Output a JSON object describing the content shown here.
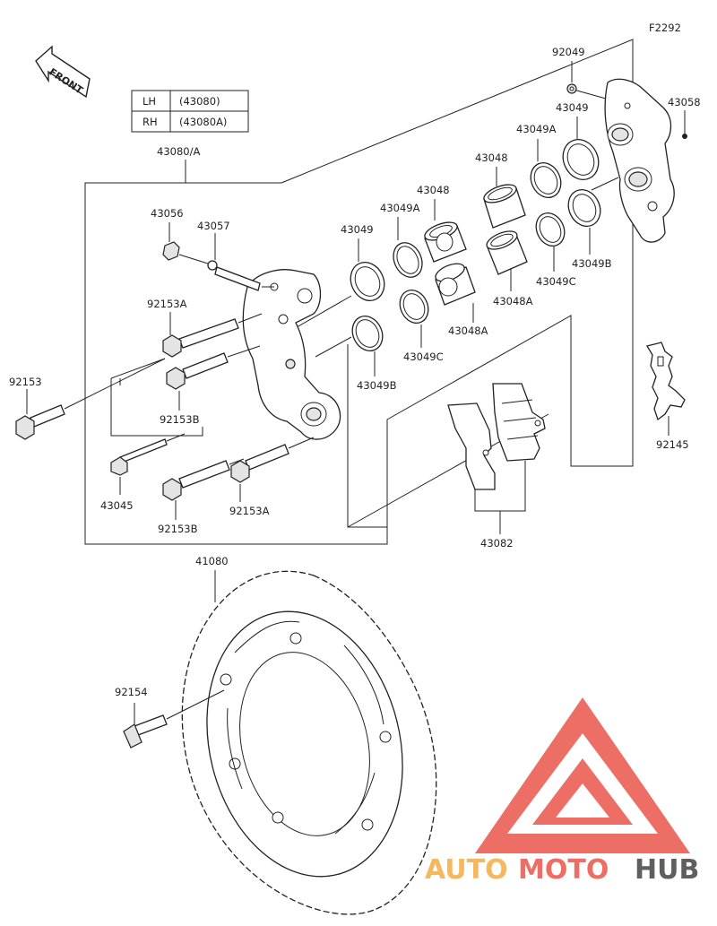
{
  "diagram_code": "F2292",
  "front_label": "FRONT",
  "variant_table": [
    {
      "side": "LH",
      "code": "(43080)"
    },
    {
      "side": "RH",
      "code": "(43080A)"
    }
  ],
  "assembly_label": "43080/A",
  "part_labels": {
    "p92049": "92049",
    "p43049_top": "43049",
    "p43058": "43058",
    "p43049A_top": "43049A",
    "p43048_top": "43048",
    "p43048_mid": "43048",
    "p43049A_mid": "43049A",
    "p43049_mid": "43049",
    "p43056": "43056",
    "p43057": "43057",
    "p92153A_top": "92153A",
    "p92153": "92153",
    "p92153B_top": "92153B",
    "p43045": "43045",
    "p92153B_bot": "92153B",
    "p92153A_bot": "92153A",
    "p43048A_right": "43048A",
    "p43049C_right": "43049C",
    "p43049B_right": "43049B",
    "p43048A_mid": "43048A",
    "p43049C_mid": "43049C",
    "p43049B_mid": "43049B",
    "p92145": "92145",
    "p43082": "43082",
    "p41080": "41080",
    "p92154": "92154"
  },
  "watermark": {
    "part1": "AUTO",
    "part2": "MOTO",
    "part3": "HUB"
  },
  "colors": {
    "line": "#222222",
    "watermark_red": "#e8463b",
    "watermark_orange": "#f2a531",
    "watermark_dark": "#333333"
  }
}
